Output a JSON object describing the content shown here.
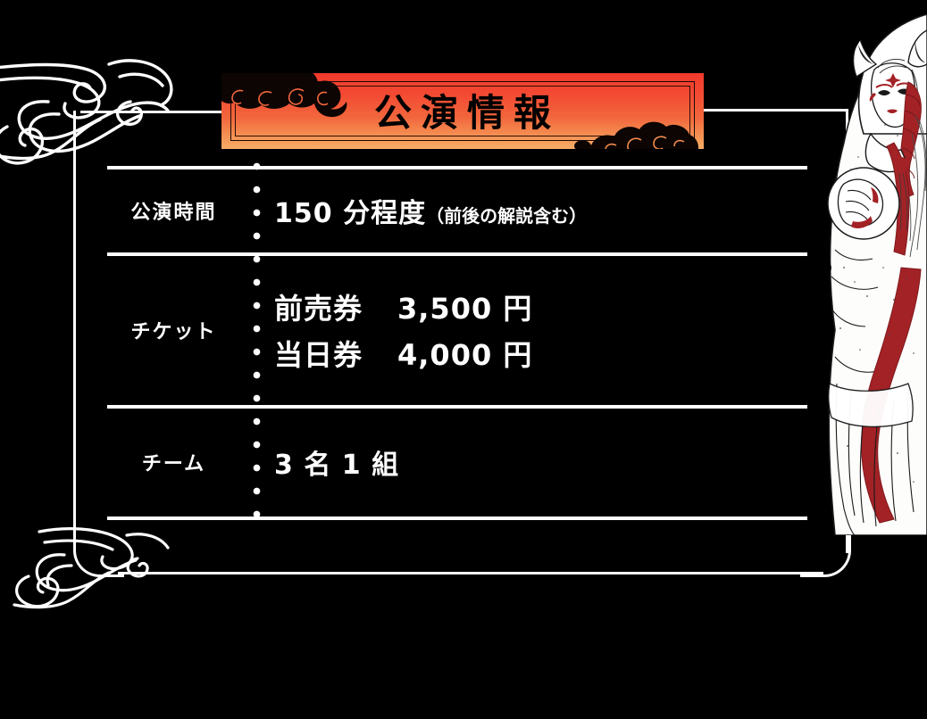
{
  "banner": {
    "title": "公演情報",
    "gradient_top": "#f2392c",
    "gradient_bottom": "#f7ad69",
    "cloud_color": "#000000"
  },
  "table": {
    "rows": [
      {
        "label": "公演時間",
        "value_main": "150 分程度",
        "value_note": "（前後の解説含む）"
      },
      {
        "label": "チケット",
        "lines": [
          {
            "kind": "前売券",
            "price": "3,500 円"
          },
          {
            "kind": "当日券",
            "price": "4,000 円"
          }
        ]
      },
      {
        "label": "チーム",
        "value_main": "3 名 1 組"
      }
    ]
  },
  "decor": {
    "swirl_top_name": "cloud-swirl-decoration",
    "swirl_bottom_name": "cloud-swirl-decoration",
    "line_color": "#ffffff",
    "background_color": "#000000"
  },
  "illustration": {
    "name": "horned-priestess-character",
    "robe_color": "#ffffff",
    "accent_color": "#a32226",
    "ink_color": "#1a1a1a"
  }
}
